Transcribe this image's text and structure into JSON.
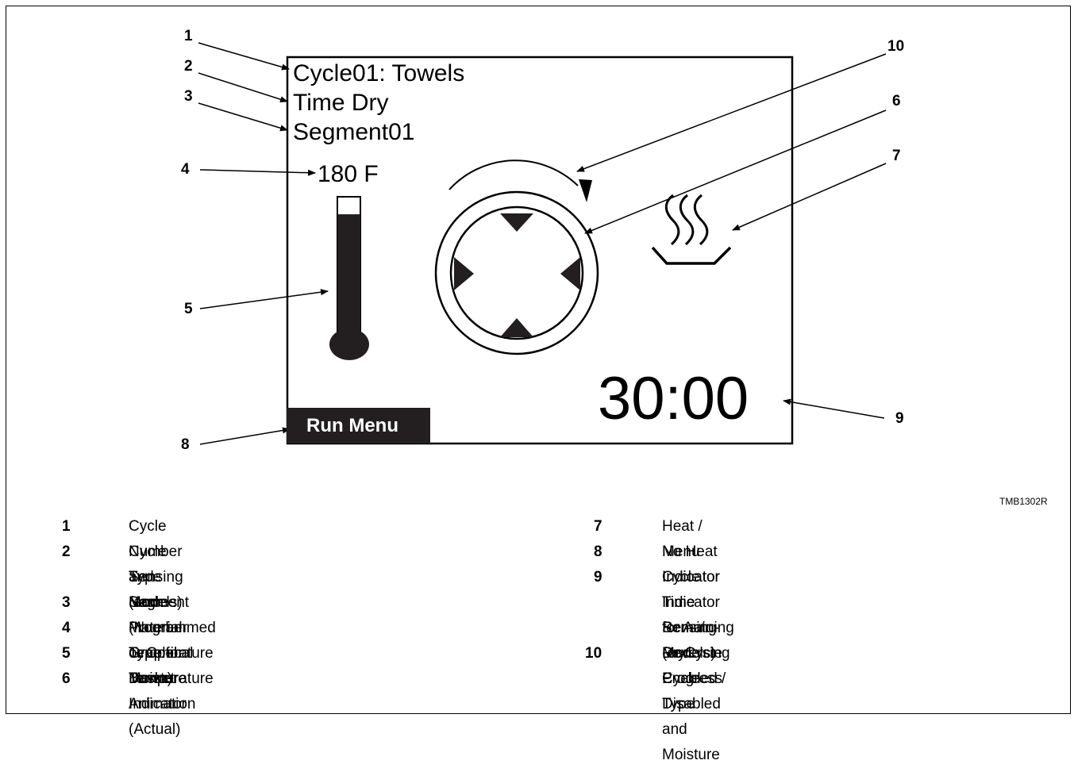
{
  "display": {
    "cycle_name": "Cycle01: Towels",
    "cycle_type": "Time Dry",
    "segment": "Segment01",
    "temperature": "180 F",
    "menu_label": "Run Menu",
    "time_remaining": "30:00"
  },
  "callouts": [
    "1",
    "2",
    "3",
    "4",
    "5",
    "6",
    "7",
    "8",
    "9",
    "10"
  ],
  "figure_code": "TMB1302R",
  "legend": {
    "left": [
      {
        "num": "1",
        "lines": [
          "Cycle Number and Name"
        ]
      },
      {
        "num": "2",
        "lines": [
          "Cycle Type (and Material Type for Moisture",
          "Sensing Models)"
        ]
      },
      {
        "num": "3",
        "lines": [
          "Segment (Number or Cool Down)"
        ]
      },
      {
        "num": "4",
        "lines": [
          "Programmed Temperature"
        ]
      },
      {
        "num": "5",
        "lines": [
          "Graphical Temperature Indicator (Actual)"
        ]
      },
      {
        "num": "6",
        "lines": [
          "Basket Animation"
        ]
      }
    ],
    "right": [
      {
        "num": "7",
        "lines": [
          "Heat / No Heat Indicator"
        ]
      },
      {
        "num": "8",
        "lines": [
          "Menu Indicator"
        ]
      },
      {
        "num": "9",
        "lines": [
          "Cycle Time Remaining (or Cycle Progress",
          "Indicator for Auto-Dry Cycle Type and Moisture",
          "Sensing Models)"
        ]
      },
      {
        "num": "10",
        "lines": [
          "Reversing Enabled / Disabled"
        ]
      }
    ]
  },
  "thermometer_fill": 0.88
}
